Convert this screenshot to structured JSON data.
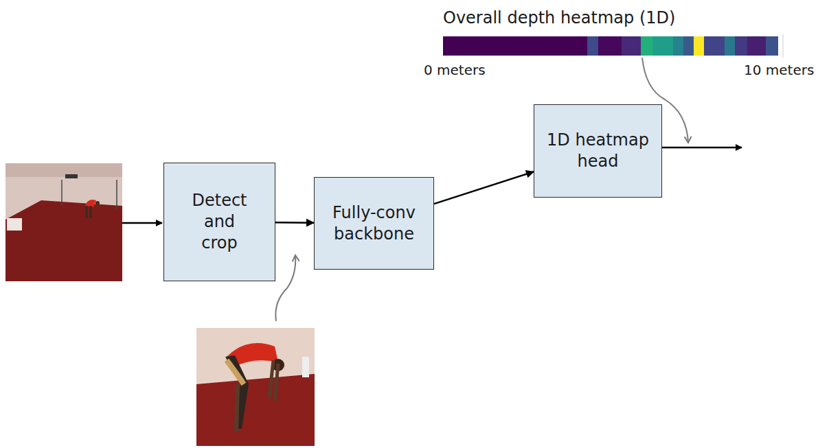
{
  "diagram": {
    "nodes": [
      {
        "text": [
          "Detect and crop"
        ]
      },
      {
        "text": [
          "Fully-conv backbone"
        ]
      },
      {
        "text": [
          "1D heatmap head"
        ]
      }
    ],
    "edges": [
      {
        "from": 0,
        "to": 1,
        "arrow": "to"
      },
      {
        "from": 1,
        "to": 2,
        "arrow": "to"
      }
    ],
    "labels": [
      "Overall depth heatmap (1D)",
      "0 meters",
      "10 meters"
    ]
  }
}
